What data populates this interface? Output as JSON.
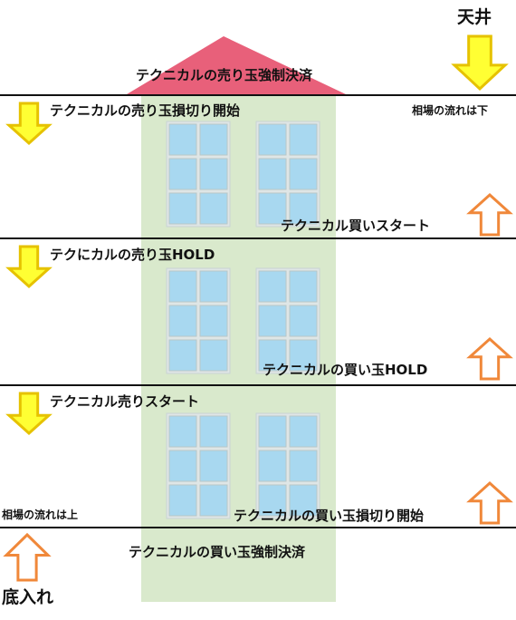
{
  "labels": {
    "ceiling": "天井",
    "bottom": "底入れ",
    "trend_down": "相場の流れは下",
    "trend_up": "相場の流れは上",
    "sell_forced_close": "テクニカルの売り玉強制決済",
    "sell_stop_loss_start": "テクニカルの売り玉損切り開始",
    "buy_start": "テクニカル買いスタート",
    "sell_hold": "テクにカルの売り玉HOLD",
    "buy_hold": "テクニカルの買い玉HOLD",
    "sell_start": "テクニカル売りスタート",
    "buy_stop_loss_start": "テクニカルの買い玉損切り開始",
    "buy_forced_close": "テクニカルの買い玉強制決済"
  },
  "colors": {
    "down_arrow_fill": "#ffff33",
    "down_arrow_stroke": "#e6c200",
    "up_arrow_fill": "#ffffff",
    "up_arrow_stroke": "#f0883a",
    "building_wall": "#d9e9cc",
    "building_roof": "#e8607a",
    "window_glass": "#a8d8f0",
    "window_frame": "#dfe6e6",
    "divider_line": "#111111"
  },
  "icons": {
    "down_arrow": "down-arrow-icon",
    "up_arrow": "up-arrow-icon"
  }
}
